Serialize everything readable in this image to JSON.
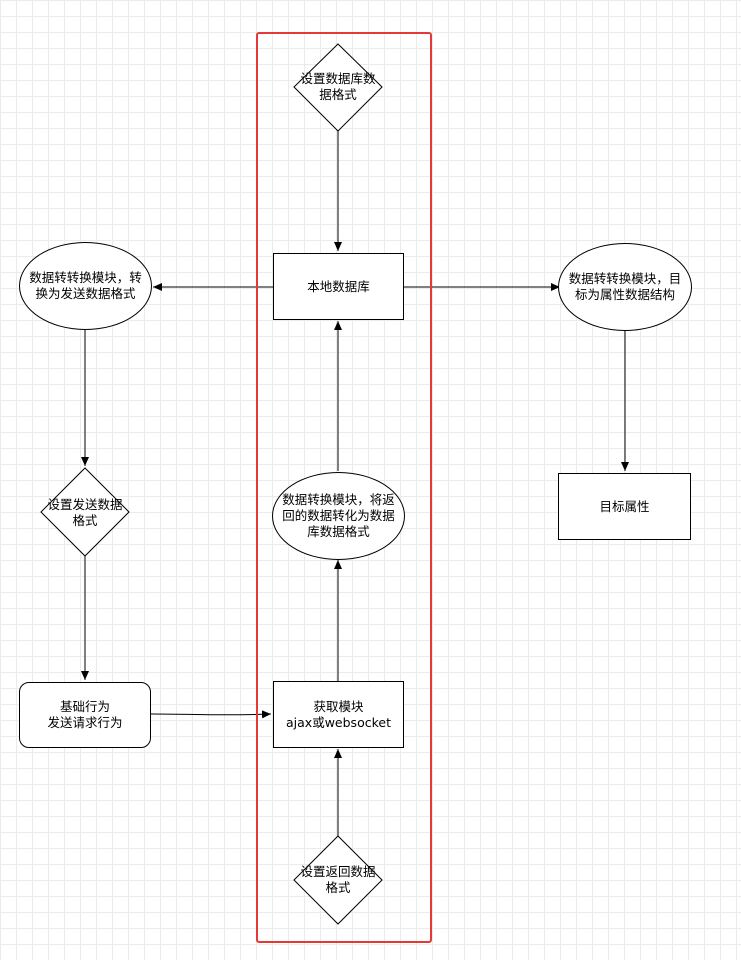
{
  "colors": {
    "highlight_frame": "#e53935",
    "stroke": "#000000",
    "grid": "#ebebeb"
  },
  "nodes": {
    "set_db_format": "设置数据库数\n据格式",
    "local_db": "本地数据库",
    "convert_to_send": "数据转转换模块，转\n换为发送数据格式",
    "convert_to_target": "数据转转换模块，目\n标为属性数据结构",
    "target_attr": "目标属性",
    "set_send_format": "设置发送数据\n格式",
    "convert_return": "数据转换模块，将返\n回的数据转化为数据\n库数据格式",
    "basic_behavior": "基础行为\n发送请求行为",
    "fetch_module": "获取模块\najax或websocket",
    "set_return_format": "设置返回数据\n格式"
  }
}
